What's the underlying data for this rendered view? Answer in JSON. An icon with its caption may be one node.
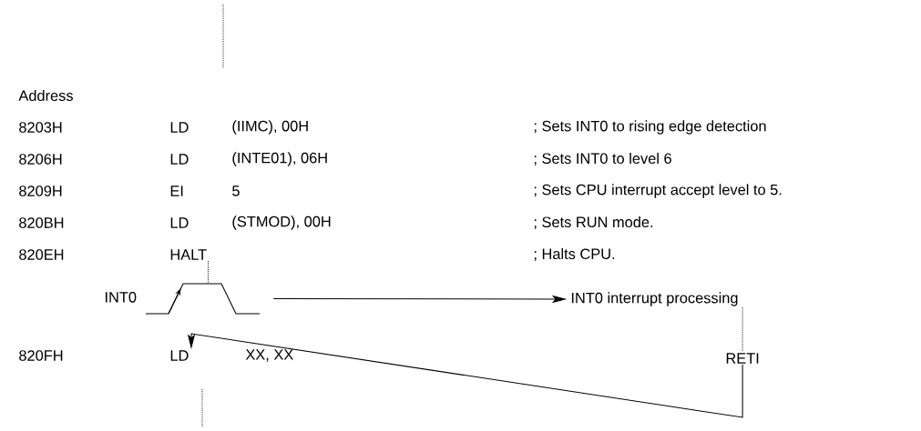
{
  "diagram": {
    "nodes": [
      {
        "text": [
          "HALT"
        ]
      },
      {
        "text": [],
        "shape": "pulse",
        "beside": [
          "INT0"
        ]
      },
      {
        "text": [
          "INT0 interrupt processing"
        ]
      },
      {
        "text": [
          "LD"
        ]
      },
      {
        "text": [
          "RETI"
        ]
      }
    ],
    "edges": [
      {
        "from": 0,
        "to": 1,
        "arrow": "none",
        "style": "dashed"
      },
      {
        "from": 1,
        "to": 2,
        "arrow": "to"
      },
      {
        "from": 2,
        "to": 4,
        "arrow": "none",
        "style": "dashed"
      },
      {
        "from": 4,
        "to": 3,
        "arrow": "to"
      }
    ],
    "labels": [
      "Address",
      "8203H",
      "LD",
      "(IIMC), 00H",
      "; Sets INT0 to rising edge detection",
      "8206H",
      "LD",
      "(INTE01), 06H",
      "; Sets INT0 to level 6",
      "8209H",
      "EI",
      "5",
      "; Sets CPU interrupt accept level to 5.",
      "820BH",
      "LD",
      "(STMOD), 00H",
      "; Sets RUN mode.",
      "820EH",
      "; Halts CPU.",
      "820FH",
      "XX, XX"
    ]
  }
}
